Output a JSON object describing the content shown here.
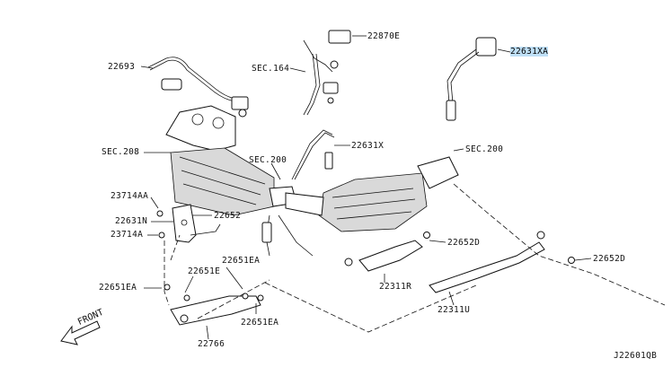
{
  "labels": {
    "l22870E": "22870E",
    "l22631XA": "22631XA",
    "l22693": "22693",
    "lSEC164": "SEC.164",
    "lSEC208": "SEC.208",
    "l22631X": "22631X",
    "lSEC200a": "SEC.200",
    "lSEC200b": "SEC.200",
    "l23714AA": "23714AA",
    "l22652": "22652",
    "l22631N": "22631N",
    "l23714A": "23714A",
    "l22652D_a": "22652D",
    "l22652D_b": "22652D",
    "l22651EA_a": "22651EA",
    "l22651E": "22651E",
    "l22651EA_b": "22651EA",
    "l22651EA_c": "22651EA",
    "l22311R": "22311R",
    "l22311U": "22311U",
    "l22766": "22766",
    "front": "FRONT",
    "code": "J22601QB"
  }
}
